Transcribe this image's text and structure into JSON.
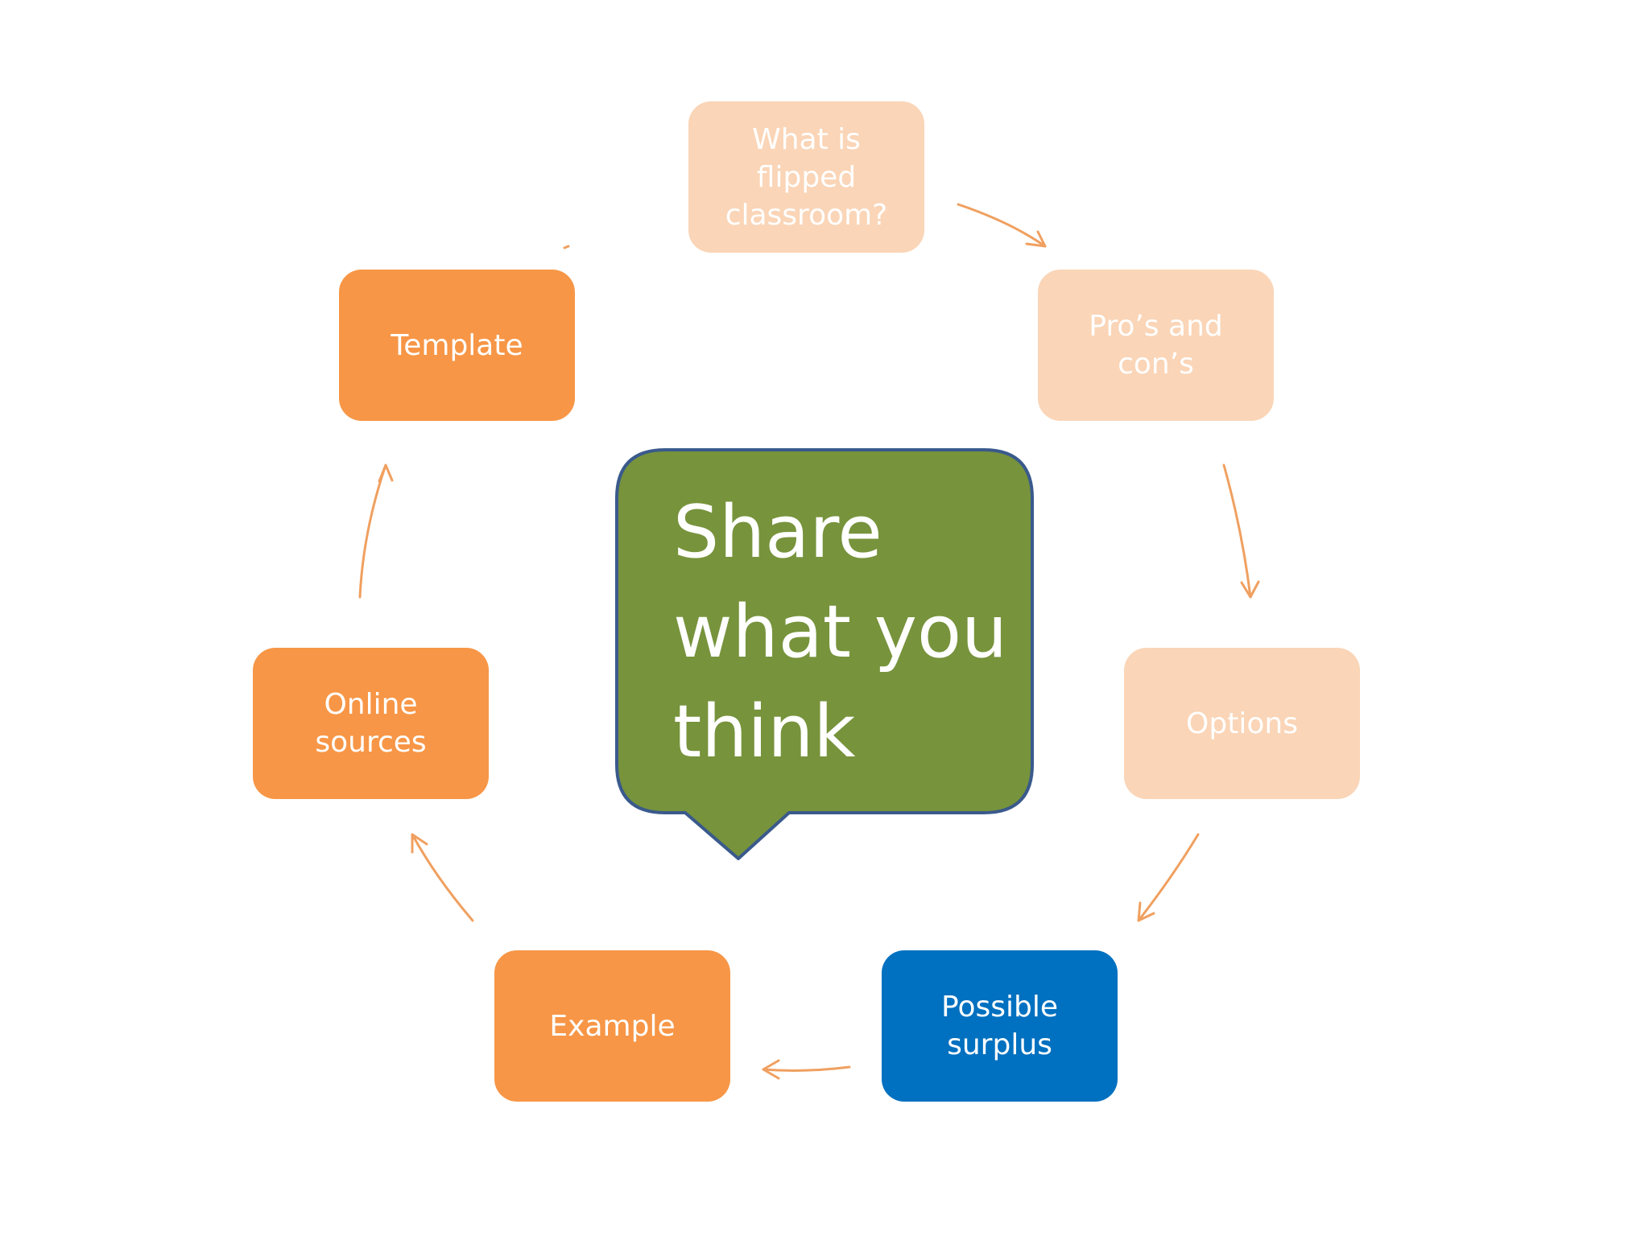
{
  "colors": {
    "faded_orange": "#FAD5B7",
    "orange": "#F79646",
    "blue": "#0070C0",
    "green": "#77933C",
    "bubble_border": "#3A5A8C",
    "arrow": "#F0A060",
    "text": "#FFFFFF"
  },
  "cycle": {
    "steps": [
      {
        "id": "step1",
        "label": "What is\nflipped\nclassroom?",
        "style": "faded"
      },
      {
        "id": "step2",
        "label": "Pro’s and\ncon’s",
        "style": "faded"
      },
      {
        "id": "step3",
        "label": "Options",
        "style": "faded"
      },
      {
        "id": "step4",
        "label": "Possible\nsurplus",
        "style": "active"
      },
      {
        "id": "step5",
        "label": "Example",
        "style": "solid"
      },
      {
        "id": "step6",
        "label": "Online\nsources",
        "style": "solid"
      },
      {
        "id": "step7",
        "label": "Template",
        "style": "solid"
      }
    ]
  },
  "callout": {
    "text": "Share\nwhat you\nthink"
  }
}
